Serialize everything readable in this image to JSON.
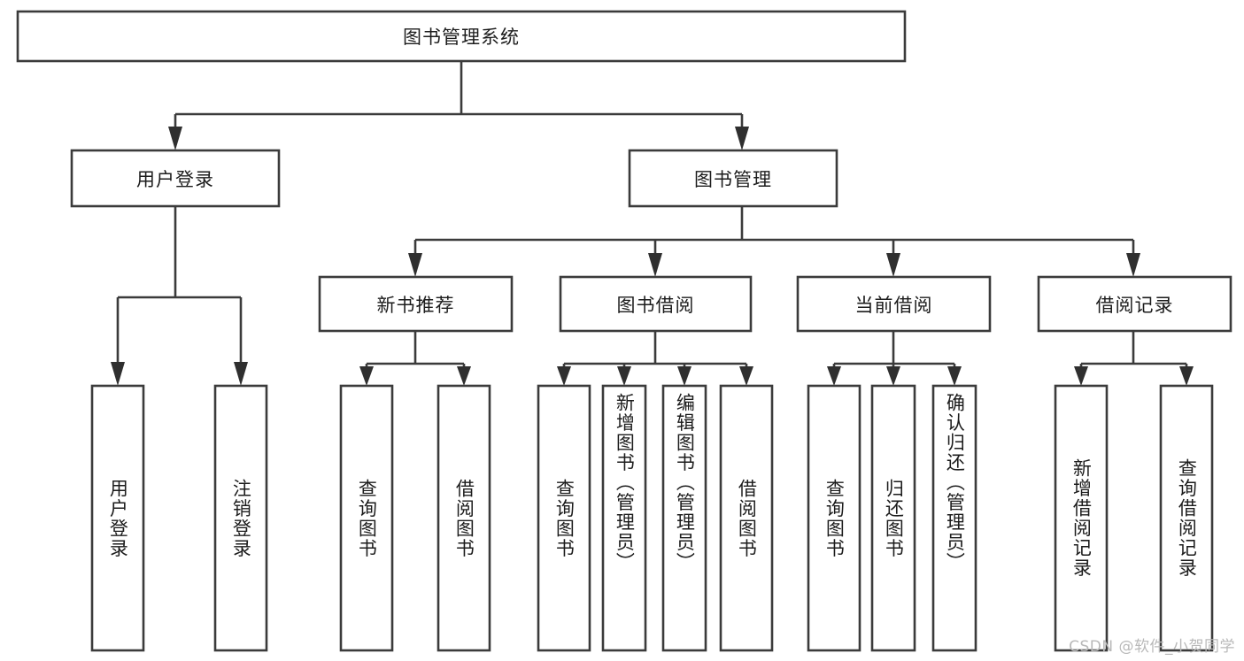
{
  "diagram": {
    "type": "tree-hierarchy-flowchart",
    "title": "图书管理系统",
    "watermark": "CSDN @软件_小贺同学",
    "colors": {
      "background": "#ffffff",
      "box_fill": "#ffffff",
      "box_stroke": "#3b3b3b",
      "connector": "#3b3b3b",
      "text": "#1c1c1c",
      "watermark": "#b9b9b9"
    },
    "nodes": {
      "root": {
        "label": "图书管理系统",
        "level": 1,
        "orientation": "horizontal"
      },
      "level2": [
        {
          "id": "user-login",
          "label": "用户登录",
          "orientation": "horizontal"
        },
        {
          "id": "book-management",
          "label": "图书管理",
          "orientation": "horizontal"
        }
      ],
      "level3": [
        {
          "id": "new-book-recommend",
          "label": "新书推荐",
          "orientation": "horizontal"
        },
        {
          "id": "book-borrow",
          "label": "图书借阅",
          "orientation": "horizontal"
        },
        {
          "id": "current-borrow",
          "label": "当前借阅",
          "orientation": "horizontal"
        },
        {
          "id": "borrow-record",
          "label": "借阅记录",
          "orientation": "horizontal"
        }
      ],
      "leaves": [
        {
          "id": "leaf-user-login",
          "label": "用户登录",
          "parent": "user-login",
          "orientation": "vertical"
        },
        {
          "id": "leaf-user-logout",
          "label": "注销登录",
          "parent": "user-login",
          "orientation": "vertical"
        },
        {
          "id": "leaf-query-book-1",
          "label": "查询图书",
          "parent": "new-book-recommend",
          "orientation": "vertical"
        },
        {
          "id": "leaf-borrow-book-1",
          "label": "借阅图书",
          "parent": "new-book-recommend",
          "orientation": "vertical"
        },
        {
          "id": "leaf-query-book-2",
          "label": "查询图书",
          "parent": "book-borrow",
          "orientation": "vertical"
        },
        {
          "id": "leaf-add-book",
          "label": "新增图书（管理员）",
          "parent": "book-borrow",
          "orientation": "vertical"
        },
        {
          "id": "leaf-edit-book",
          "label": "编辑图书（管理员）",
          "parent": "book-borrow",
          "orientation": "vertical"
        },
        {
          "id": "leaf-borrow-book-2",
          "label": "借阅图书",
          "parent": "book-borrow",
          "orientation": "vertical"
        },
        {
          "id": "leaf-query-book-3",
          "label": "查询图书",
          "parent": "current-borrow",
          "orientation": "vertical"
        },
        {
          "id": "leaf-return-book",
          "label": "归还图书",
          "parent": "current-borrow",
          "orientation": "vertical"
        },
        {
          "id": "leaf-confirm-return",
          "label": "确认归还（管理员）",
          "parent": "current-borrow",
          "orientation": "vertical"
        },
        {
          "id": "leaf-add-record",
          "label": "新增借阅记录",
          "parent": "borrow-record",
          "orientation": "vertical"
        },
        {
          "id": "leaf-query-record",
          "label": "查询借阅记录",
          "parent": "borrow-record",
          "orientation": "vertical"
        }
      ]
    }
  }
}
